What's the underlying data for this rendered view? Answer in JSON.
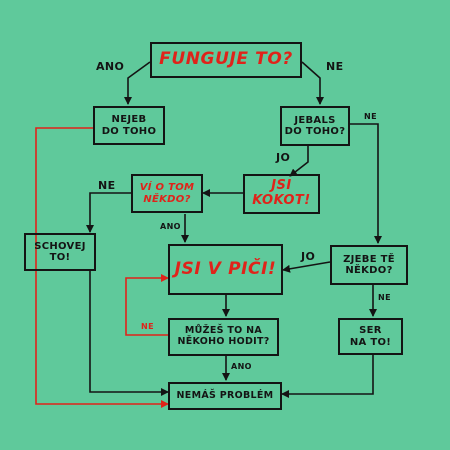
{
  "colors": {
    "background": "#5fc99b",
    "ink": "#141414",
    "accent": "#e0231a"
  },
  "nodes": {
    "funguje": "FUNGUJE TO?",
    "nejeb": "NEJEB\nDO TOHO",
    "jebals": "JEBALS\nDO TOHO?",
    "vi_o_tom": "VÍ O TOM\nNĚKDO?",
    "jsi_kokot": "JSI\nKOKOT!",
    "schovej": "SCHOVEJ\nTO!",
    "jsi_v_pici": "JSI V PIČI!",
    "zjebe": "ZJEBE TĚ\nNĚKDO?",
    "muzes": "MŮŽEŠ TO NA\nNĚKOHO HODIT?",
    "ser": "SER\nNA TO!",
    "nemas": "NEMÁŠ PROBLÉM"
  },
  "edge_labels": {
    "ano_top": "ANO",
    "ne_top": "NE",
    "ne_jebals": "NE",
    "jo_jebals": "JO",
    "ne_vi": "NE",
    "ano_vi": "ANO",
    "jo_zjebe": "JO",
    "ne_zjebe": "NE",
    "ne_muzes": "NE",
    "ano_muzes": "ANO"
  }
}
